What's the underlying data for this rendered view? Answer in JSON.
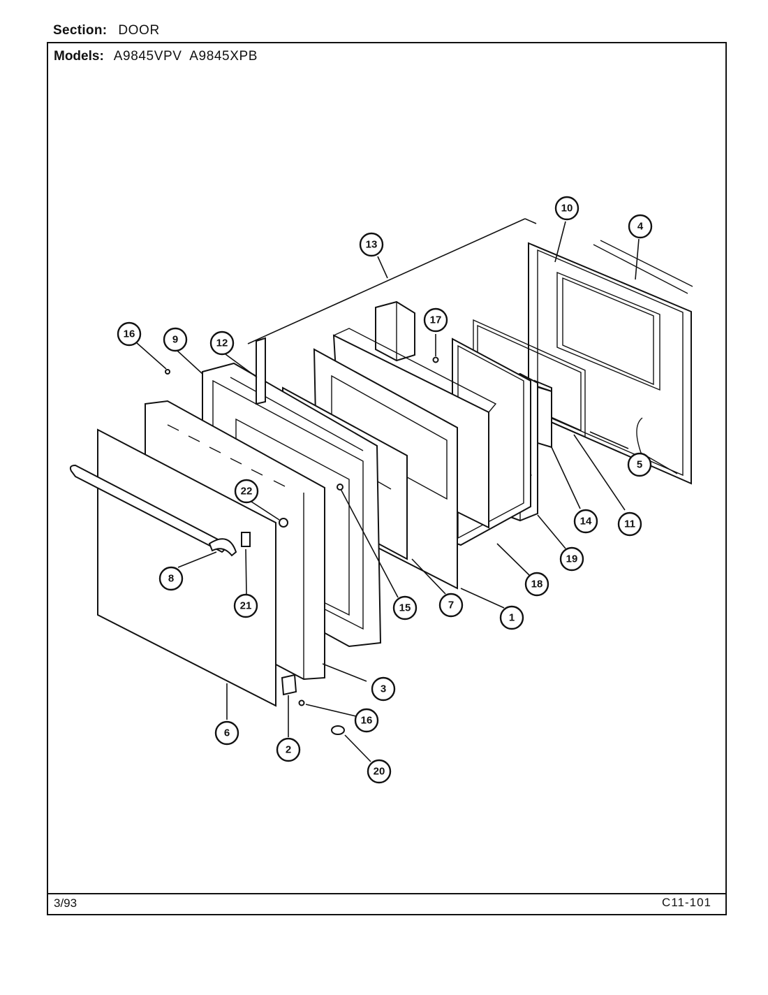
{
  "header": {
    "section_label": "Section:",
    "section_value": "DOOR",
    "models_label": "Models:",
    "models_value": "A9845VPV  A9845XPB"
  },
  "footer": {
    "date": "3/93",
    "code": "C11-101"
  },
  "callouts": [
    {
      "id": "c1",
      "label": "1"
    },
    {
      "id": "c2",
      "label": "2"
    },
    {
      "id": "c3",
      "label": "3"
    },
    {
      "id": "c4",
      "label": "4"
    },
    {
      "id": "c5",
      "label": "5"
    },
    {
      "id": "c6",
      "label": "6"
    },
    {
      "id": "c7",
      "label": "7"
    },
    {
      "id": "c8",
      "label": "8"
    },
    {
      "id": "c9",
      "label": "9"
    },
    {
      "id": "c10",
      "label": "10"
    },
    {
      "id": "c11",
      "label": "11"
    },
    {
      "id": "c12",
      "label": "12"
    },
    {
      "id": "c13",
      "label": "13"
    },
    {
      "id": "c14",
      "label": "14"
    },
    {
      "id": "c15",
      "label": "15"
    },
    {
      "id": "c16a",
      "label": "16"
    },
    {
      "id": "c16b",
      "label": "16"
    },
    {
      "id": "c17",
      "label": "17"
    },
    {
      "id": "c18",
      "label": "18"
    },
    {
      "id": "c19",
      "label": "19"
    },
    {
      "id": "c20",
      "label": "20"
    },
    {
      "id": "c21",
      "label": "21"
    },
    {
      "id": "c22",
      "label": "22"
    }
  ]
}
